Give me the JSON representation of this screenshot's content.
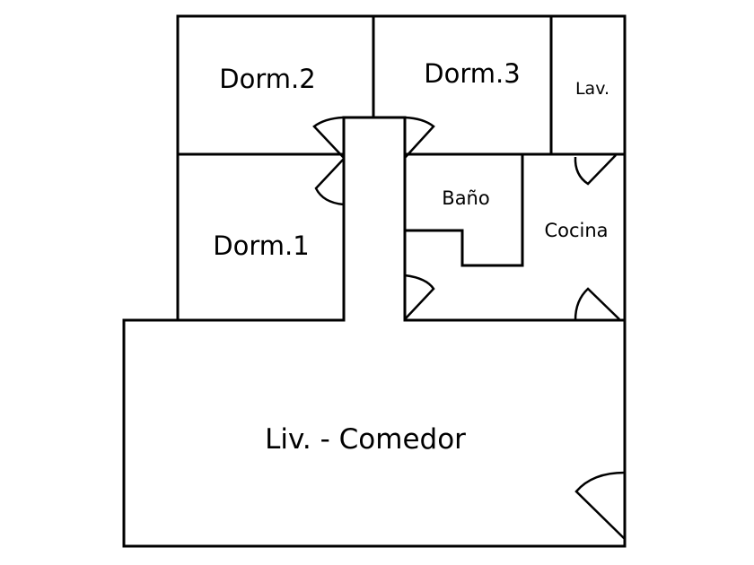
{
  "rooms": {
    "dorm2": "Dorm.2",
    "dorm3": "Dorm.3",
    "lav": "Lav.",
    "dorm1": "Dorm.1",
    "bano": "Baño",
    "cocina": "Cocina",
    "living": "Liv. - Comedor"
  }
}
